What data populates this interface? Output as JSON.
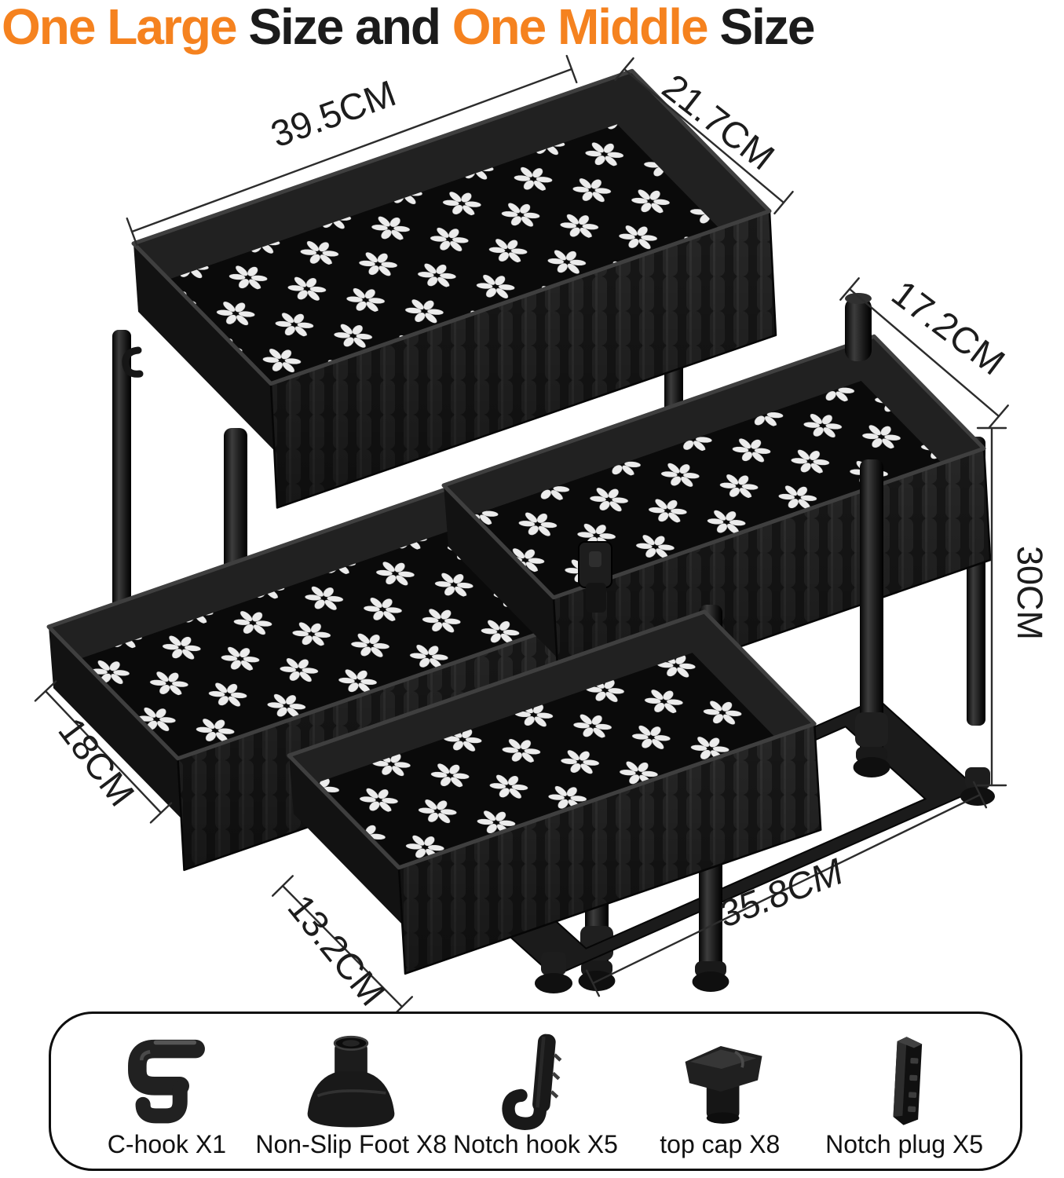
{
  "title": {
    "segments": [
      {
        "text": "One Large",
        "color": "#f5821f"
      },
      {
        "text": " Size and ",
        "color": "#1b1b1b"
      },
      {
        "text": "One Middle",
        "color": "#f5821f"
      },
      {
        "text": " Size",
        "color": "#1b1b1b"
      }
    ]
  },
  "dimensions": {
    "large_top_width": "39.5CM",
    "large_top_depth": "21.7CM",
    "middle_top_depth": "17.2CM",
    "height": "30CM",
    "large_slide_depth": "18CM",
    "middle_slide_depth": "13.2CM",
    "middle_width": "35.8CM"
  },
  "accessories": {
    "items": [
      {
        "name": "c-hook",
        "label": "C-hook X1"
      },
      {
        "name": "non-slip-foot",
        "label": "Non-Slip Foot X8"
      },
      {
        "name": "notch-hook",
        "label": "Notch hook X5"
      },
      {
        "name": "top-cap",
        "label": "top cap X8"
      },
      {
        "name": "notch-plug",
        "label": "Notch plug X5"
      }
    ]
  },
  "colors": {
    "accent_orange": "#f5821f",
    "title_black": "#1b1b1b",
    "product_black": "#141414",
    "dimension_line": "#2c2c2c",
    "pattern_flower": "#ededed",
    "background": "#ffffff"
  }
}
